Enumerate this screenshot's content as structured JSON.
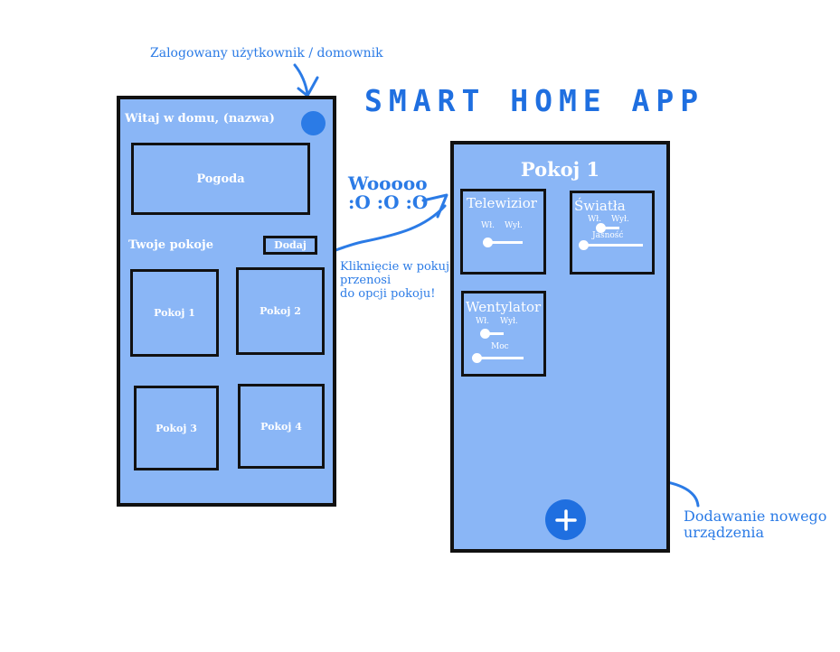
{
  "app_title": "SMART HOME APP",
  "annotations": {
    "user_note": "Zalogowany użytkownik / domownik",
    "wow_line1": "Wooooo",
    "wow_line2": ":O :O :O",
    "click_note_1": "Kliknięcie w pokuj",
    "click_note_2": "przenosi",
    "click_note_3": "do opcji pokoju!",
    "add_note_1": "Dodawanie nowego",
    "add_note_2": "urządzenia"
  },
  "home_screen": {
    "welcome": "Witaj w domu, (nazwa)",
    "weather": "Pogoda",
    "rooms_heading": "Twoje pokoje",
    "add_button": "Dodaj",
    "rooms": [
      "Pokoj 1",
      "Pokoj 2",
      "Pokoj 3",
      "Pokoj 4"
    ]
  },
  "room_screen": {
    "title": "Pokoj 1",
    "devices": {
      "tv": {
        "name": "Telewizior",
        "on": "Wł.",
        "off": "Wył."
      },
      "lights": {
        "name": "Światła",
        "on": "Wł.",
        "off": "Wył.",
        "brightness": "Jasność"
      },
      "fan": {
        "name": "Wentylator",
        "on": "Wł.",
        "off": "Wył.",
        "power": "Moc"
      }
    }
  },
  "colors": {
    "accent": "#2b7be6",
    "panel": "#8ab6f6",
    "border": "#111111"
  },
  "icons": [
    "avatar-circle",
    "plus-icon",
    "arrow-icon"
  ]
}
